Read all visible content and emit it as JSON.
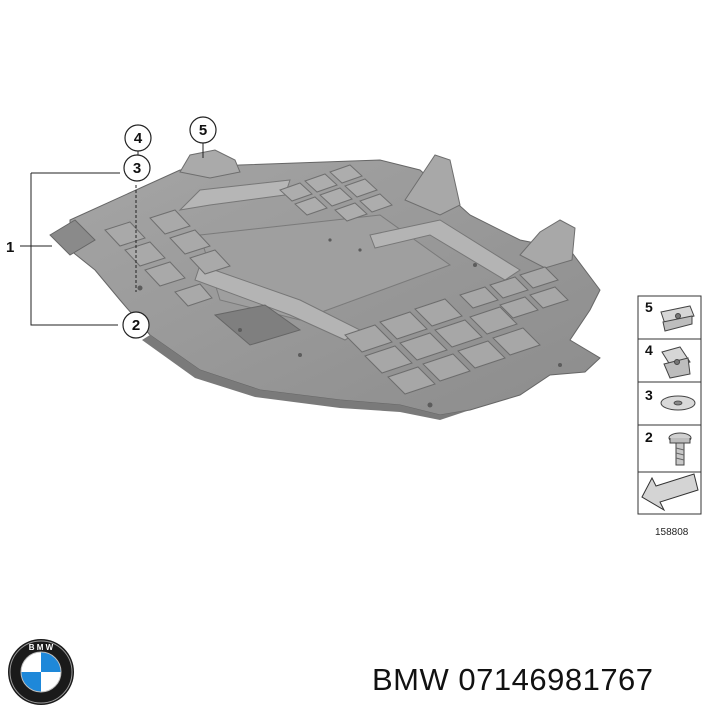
{
  "callouts": {
    "c1": "1",
    "c2": "2",
    "c3": "3",
    "c4": "4",
    "c5": "5"
  },
  "legend": {
    "items": [
      {
        "number": "5",
        "icon": "clip-nut-icon"
      },
      {
        "number": "4",
        "icon": "clip-nut-icon"
      },
      {
        "number": "3",
        "icon": "washer-icon"
      },
      {
        "number": "2",
        "icon": "bolt-icon"
      }
    ],
    "diagram_id": "158808"
  },
  "caption": {
    "brand": "BMW",
    "part_number": "07146981767"
  },
  "colors": {
    "shield_fill": "#9a9a9a",
    "shield_dark": "#7d7d7d",
    "shield_light": "#b3b3b3",
    "line": "#222222"
  }
}
